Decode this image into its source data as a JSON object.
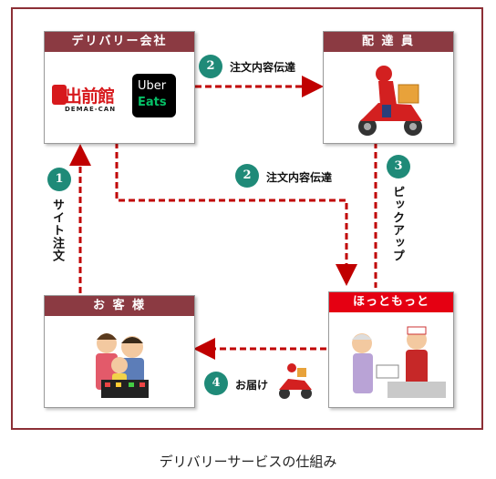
{
  "nodes": {
    "delivery_company": "デリバリー会社",
    "courier": "配 達 員",
    "customer": "お 客 様",
    "store": "ほっともっと"
  },
  "logos": {
    "demaecan_text": "出前館",
    "demaecan_sub": "DEMAE-CAN",
    "ubereats_line1": "Uber",
    "ubereats_line2": "Eats"
  },
  "steps": [
    {
      "number": "1",
      "label": "サイト注文"
    },
    {
      "number": "2",
      "label": "注文内容伝達"
    },
    {
      "number": "2",
      "label": "注文内容伝達"
    },
    {
      "number": "3",
      "label": "ピックアップ"
    },
    {
      "number": "4",
      "label": "お届け"
    }
  ],
  "caption": "デリバリーサービスの仕組み",
  "colors": {
    "frame": "#8c2f36",
    "header": "#8b3a42",
    "store_header": "#e50012",
    "arrow": "#c00000",
    "step_circle": "#1f8a78"
  }
}
